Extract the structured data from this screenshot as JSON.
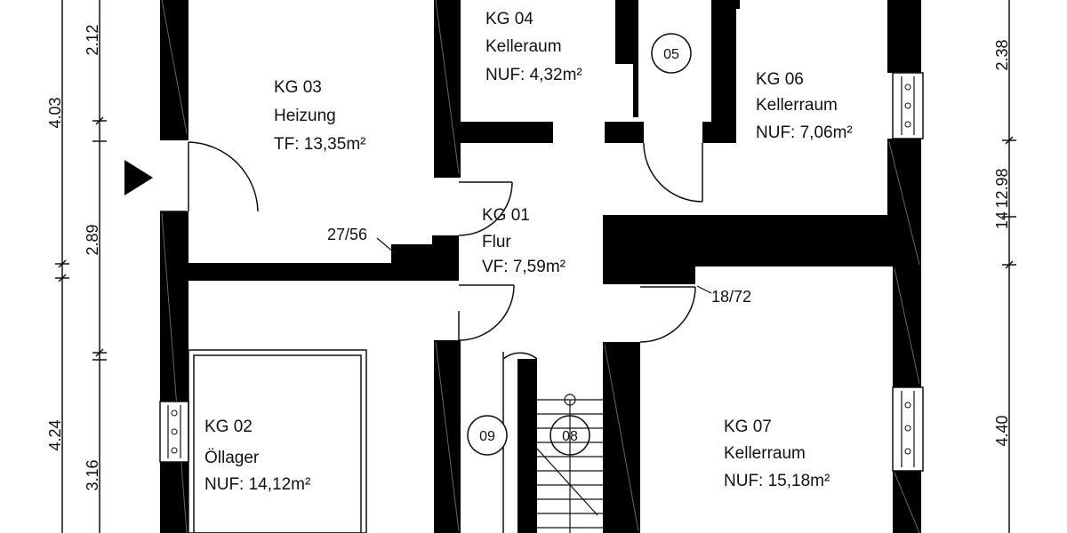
{
  "rooms": {
    "kg03": {
      "id": "KG 03",
      "name": "Heizung",
      "area": "TF: 13,35m²"
    },
    "kg04": {
      "id": "KG 04",
      "name": "Kelleraum",
      "area": "NUF: 4,32m²"
    },
    "kg06": {
      "id": "KG 06",
      "name": "Kellerraum",
      "area": "NUF: 7,06m²"
    },
    "kg01": {
      "id": "KG 01",
      "name": "Flur",
      "area": "VF: 7,59m²"
    },
    "kg02": {
      "id": "KG 02",
      "name": "Öllager",
      "area": "NUF: 14,12m²"
    },
    "kg07": {
      "id": "KG 07",
      "name": "Kellerraum",
      "area": "NUF: 15,18m²"
    }
  },
  "markers": {
    "m05": "05",
    "m09": "09",
    "m08": "08"
  },
  "door_labels": {
    "d1": "27/56",
    "d2": "18/72"
  },
  "dimensions": {
    "left_outer": [
      "4.03",
      "2.89",
      "4.24"
    ],
    "left_inner": [
      "2.12",
      "3.16"
    ],
    "right_outer": [
      "2.38",
      "12.98",
      "4.40"
    ],
    "right_small": "14"
  },
  "colors": {
    "wall": "#000000",
    "line": "#111111",
    "background": "#ffffff"
  }
}
